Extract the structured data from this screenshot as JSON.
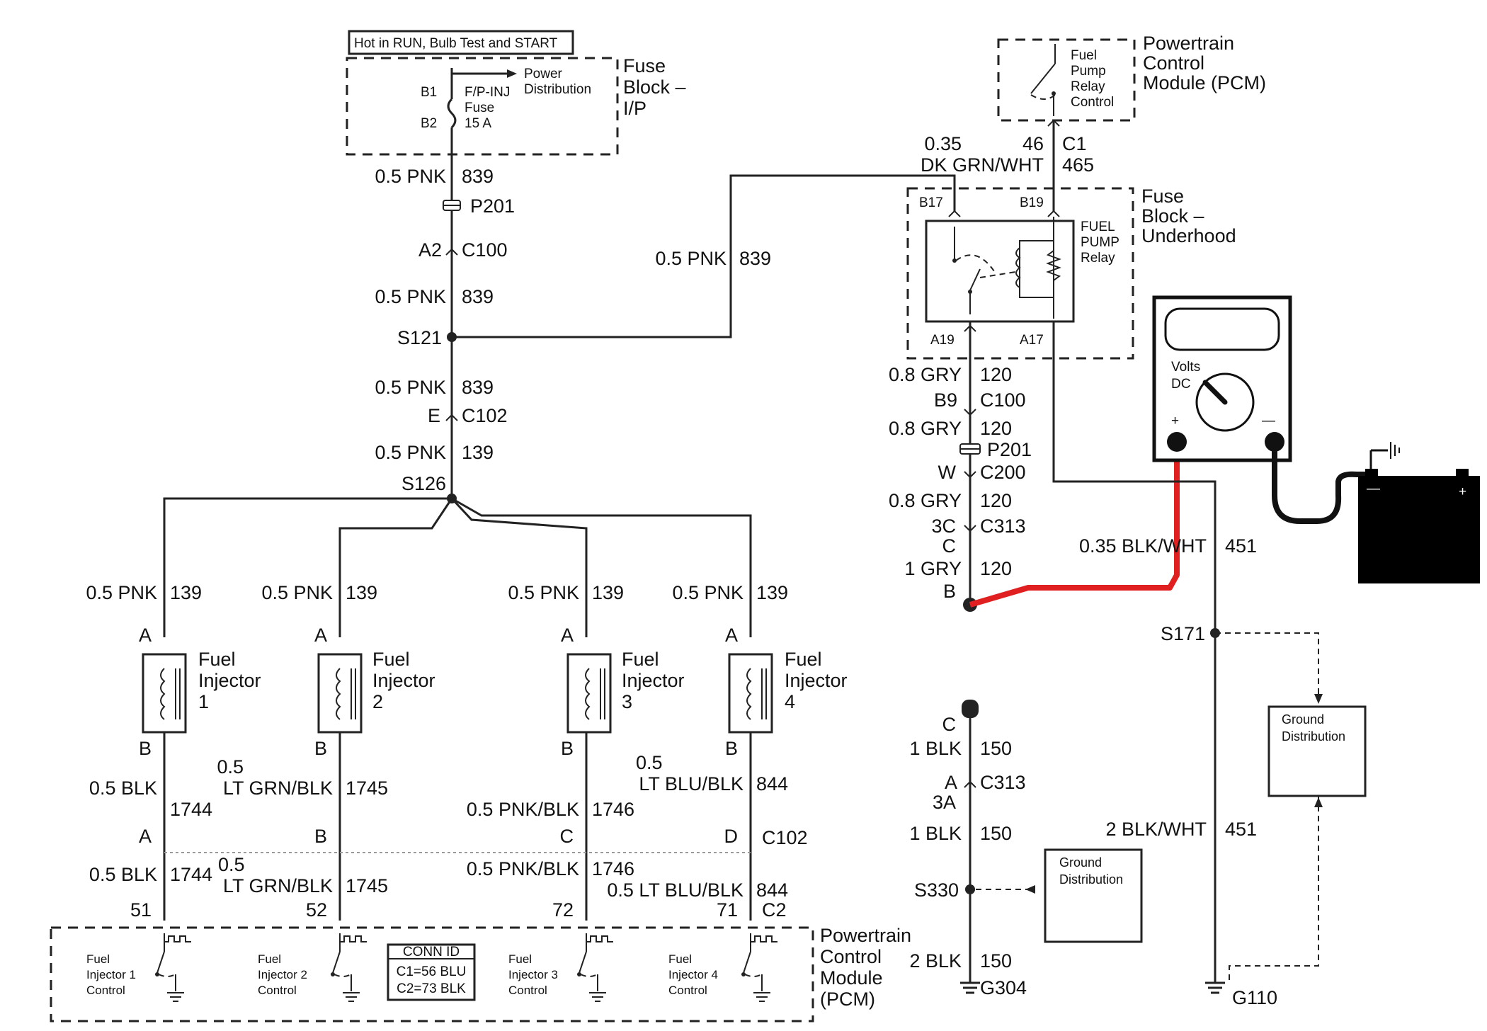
{
  "fuse_block_ip": {
    "condition": "Hot in RUN, Bulb Test and START",
    "power_label": [
      "Power",
      "Distribution"
    ],
    "pin_b1": "B1",
    "pin_b2": "B2",
    "fuse_name": [
      "F/P-INJ",
      "Fuse",
      "15 A"
    ],
    "title": [
      "Fuse",
      "Block –",
      "I/P"
    ]
  },
  "main_wire": {
    "w1_gauge": "0.5 PNK",
    "w1_circuit": "839",
    "p201": "P201",
    "c100_pin": "A2",
    "c100": "C100",
    "w2_gauge": "0.5 PNK",
    "w2_circuit": "839",
    "s121": "S121",
    "w3_gauge": "0.5 PNK",
    "w3_circuit": "839",
    "c102_pin": "E",
    "c102": "C102",
    "w4_gauge": "0.5 PNK",
    "w4_circuit": "139",
    "s126": "S126",
    "branch_gauge": "0.5 PNK",
    "branch_circuit": "839"
  },
  "pcm_top": {
    "relay_control": [
      "Fuel",
      "Pump",
      "Relay",
      "Control"
    ],
    "title": [
      "Powertrain",
      "Control",
      "Module (PCM)"
    ],
    "w_gauge": "0.35",
    "w_color": "DK GRN/WHT",
    "w_pin": "46",
    "connector": "C1",
    "circuit": "465"
  },
  "fuse_block_uh": {
    "title": [
      "Fuse",
      "Block –",
      "Underhood"
    ],
    "b17": "B17",
    "b19": "B19",
    "relay_label": [
      "FUEL",
      "PUMP",
      "Relay"
    ],
    "a19": "A19",
    "a17": "A17"
  },
  "gry_wire": {
    "g1": "0.8 GRY",
    "c1": "120",
    "p1": "B9",
    "conn1": "C100",
    "g2": "0.8 GRY",
    "c2": "120",
    "p201": "P201",
    "p2": "W",
    "conn2": "C200",
    "g3": "0.8 GRY",
    "c3": "120",
    "p3": "3C",
    "conn3": "C313",
    "p3b": "C",
    "g4": "1 GRY",
    "c4": "120",
    "p4": "B"
  },
  "meter": {
    "mode": [
      "Volts",
      "DC"
    ],
    "plus": "+",
    "minus": "—"
  },
  "battery": {
    "neg": "—",
    "pos": "+"
  },
  "ground_451": {
    "w1_gauge": "0.35 BLK/WHT",
    "w1_circuit": "451",
    "splice": "S171",
    "ground_dist": [
      "Ground",
      "Distribution"
    ],
    "w2_gauge": "2 BLK/WHT",
    "w2_circuit": "451",
    "ground": "G110"
  },
  "ground_150": {
    "pin_c": "C",
    "w1_gauge": "1 BLK",
    "w1_circuit": "150",
    "pin_a": "A",
    "conn": "C313",
    "pin_3a": "3A",
    "w2_gauge": "1 BLK",
    "w2_circuit": "150",
    "splice": "S330",
    "ground_dist": [
      "Ground",
      "Distribution"
    ],
    "w3_gauge": "2 BLK",
    "w3_circuit": "150",
    "ground": "G304"
  },
  "injectors": [
    {
      "top_gauge": "0.5 PNK",
      "top_circuit": "139",
      "pin_a": "A",
      "name": [
        "Fuel",
        "Injector",
        "1"
      ],
      "pin_b": "B",
      "low_gauge": [
        "",
        "0.5 BLK"
      ],
      "low_circuit": "1744",
      "c102_pin": "A",
      "pcm_gauge": [
        "",
        "0.5 BLK"
      ],
      "pcm_circuit": "1744",
      "pcm_pin": "51",
      "control": [
        "Fuel",
        "Injector 1",
        "Control"
      ]
    },
    {
      "top_gauge": "0.5 PNK",
      "top_circuit": "139",
      "pin_a": "A",
      "name": [
        "Fuel",
        "Injector",
        "2"
      ],
      "pin_b": "B",
      "low_gauge": [
        "0.5",
        "LT GRN/BLK"
      ],
      "low_circuit": "1745",
      "c102_pin": "B",
      "pcm_gauge": [
        "0.5",
        "LT GRN/BLK"
      ],
      "pcm_circuit": "1745",
      "pcm_pin": "52",
      "control": [
        "Fuel",
        "Injector 2",
        "Control"
      ]
    },
    {
      "top_gauge": "0.5 PNK",
      "top_circuit": "139",
      "pin_a": "A",
      "name": [
        "Fuel",
        "Injector",
        "3"
      ],
      "pin_b": "B",
      "low_gauge": [
        "",
        "0.5 PNK/BLK"
      ],
      "low_circuit": "1746",
      "c102_pin": "C",
      "pcm_gauge": [
        "",
        "0.5 PNK/BLK"
      ],
      "pcm_circuit": "1746",
      "pcm_pin": "72",
      "control": [
        "Fuel",
        "Injector 3",
        "Control"
      ]
    },
    {
      "top_gauge": "0.5 PNK",
      "top_circuit": "139",
      "pin_a": "A",
      "name": [
        "Fuel",
        "Injector",
        "4"
      ],
      "pin_b": "B",
      "low_gauge": [
        "0.5",
        "LT BLU/BLK"
      ],
      "low_circuit": "844",
      "c102_pin": "D",
      "pcm_gauge": [
        "",
        "0.5 LT BLU/BLK"
      ],
      "pcm_circuit": "844",
      "pcm_pin": "71",
      "control": [
        "Fuel",
        "Injector 4",
        "Control"
      ]
    }
  ],
  "c102_label": "C102",
  "c2_label": "C2",
  "pcm_bottom": {
    "title": [
      "Powertrain",
      "Control",
      "Module",
      "(PCM)"
    ],
    "conn_id_title": "CONN ID",
    "conn_id_c1": "C1=56 BLU",
    "conn_id_c2": "C2=73 BLK"
  },
  "colors": {
    "wire": "#222222",
    "probe_lead": "#e02020",
    "battery": "#000000",
    "meter_lead": "#000000"
  }
}
